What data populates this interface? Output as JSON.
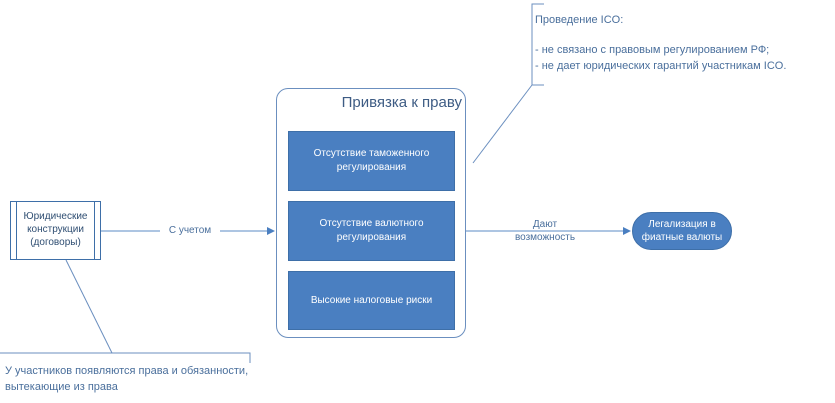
{
  "legal_constructions": {
    "label": "Юридические конструкции (договоры)"
  },
  "edge_with_account": {
    "label": "С учетом"
  },
  "binding": {
    "title": "Привязка к праву",
    "items": [
      "Отсутствие таможенного регулирования",
      "Отсутствие валютного регулирования",
      "Высокие налоговые риски"
    ]
  },
  "edge_opportunity": {
    "label": "Дают возможность"
  },
  "legalization": {
    "label": "Легализация в фиатные валюты"
  },
  "note_top": {
    "title": "Проведение ICO:",
    "lines": [
      "-  не связано с правовым регулированием РФ;",
      "-  не дает юридических гарантий участникам ICO."
    ]
  },
  "note_bottom": {
    "text": "У участников появляются права и обязанности, вытекающие из права"
  },
  "colors": {
    "box_fill": "#4a7fc1",
    "stroke": "#3e6fa8",
    "text": "#4a6f9c",
    "connector": "#5b8bc6"
  }
}
